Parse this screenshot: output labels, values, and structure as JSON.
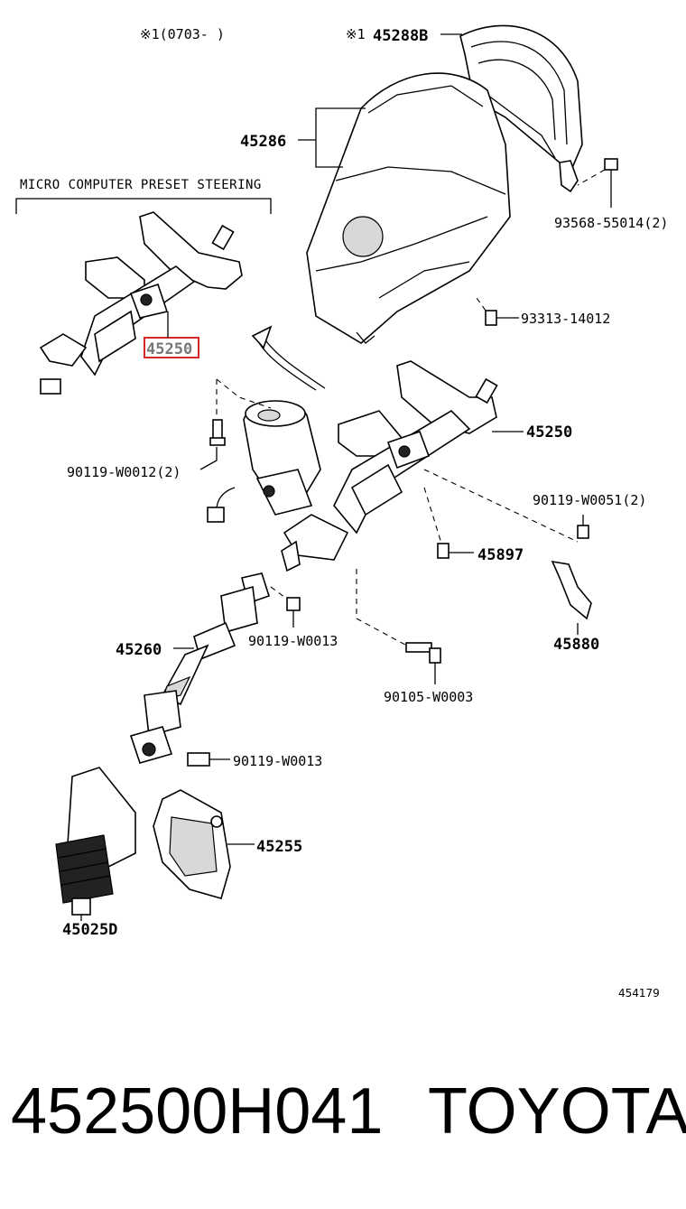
{
  "header": {
    "note_1": "※1(0703-     )",
    "note_2_prefix": "※1",
    "micro_computer_label": "MICRO COMPUTER PRESET STEERING"
  },
  "labels": {
    "p45288b": "45288B",
    "p45286": "45286",
    "p93568": "93568-55014(2)",
    "p93313": "93313-14012",
    "p45250_highlight": "45250",
    "p45250": "45250",
    "p90119_w0012": "90119-W0012(2)",
    "p90119_w0051": "90119-W0051(2)",
    "p45897": "45897",
    "p45880": "45880",
    "p45260": "45260",
    "p90119_w0013_a": "90119-W0013",
    "p90105_w0003": "90105-W0003",
    "p90119_w0013_b": "90119-W0013",
    "p45255": "45255",
    "p45025d": "45025D"
  },
  "figure_ref": "454179",
  "footer": {
    "part_number": "452500H041",
    "brand": "TOYOTA"
  },
  "colors": {
    "highlight_box": "#d62828"
  }
}
